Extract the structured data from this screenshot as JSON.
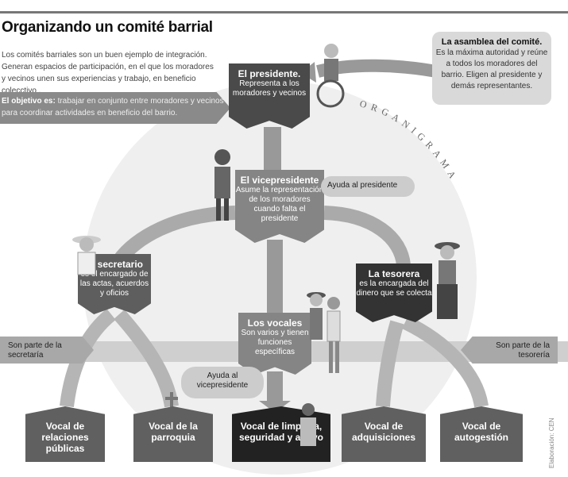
{
  "title": "Organizando un comité barrial",
  "intro": "Los comités barriales son un buen ejemplo de integración. Generan espacios de participación, en el que los moradores y vecinos unen sus experiencias y trabajo, en beneficio colecctivo .",
  "objective": {
    "label": "El objetivo es:",
    "text": "trabajar en conjunto entre moradores y vecinos para coordinar actividades en beneficio del barrio."
  },
  "assembly": {
    "title": "La asamblea del comité.",
    "text": "Es la máxima autoridad y reúne a todos los moradores del barrio. Eligen al presidente y demás representantes."
  },
  "organigram_label": "ORGANIGRAMA",
  "roles": {
    "president": {
      "title": "El presidente.",
      "text": "Representa a los moradores y vecinos"
    },
    "vice": {
      "title": "El vicepresidente",
      "text": "Asume la representación de los moradores cuando falta el presidente"
    },
    "secretary": {
      "title": "El secretario",
      "text": "es el encargado de las actas, acuerdos y oficios"
    },
    "treasurer": {
      "title": "La tesorera",
      "text": "es la encargada del dinero que se colecta"
    },
    "vocals": {
      "title": "Los vocales",
      "text": "Son varios y tienen funciones específicas"
    }
  },
  "notes": {
    "help_president": "Ayuda al presidente",
    "help_vice": "Ayuda al vicepresidente",
    "secretary_part": "Son parte de la secretaría",
    "treasury_part": "Son parte de la tesorería"
  },
  "vocal_boxes": [
    {
      "label": "Vocal de relaciones públicas"
    },
    {
      "label": "Vocal de la parroquia"
    },
    {
      "label": "Vocal de limpieza, seguridad y apoyo"
    },
    {
      "label": "Vocal de adquisiciones"
    },
    {
      "label": "Vocal de autogestión"
    }
  ],
  "credit": "Elaboración: CEN",
  "colors": {
    "dark": "#4a4a4a",
    "light": "#d9d9d9",
    "arrow": "#9a9a9a"
  }
}
